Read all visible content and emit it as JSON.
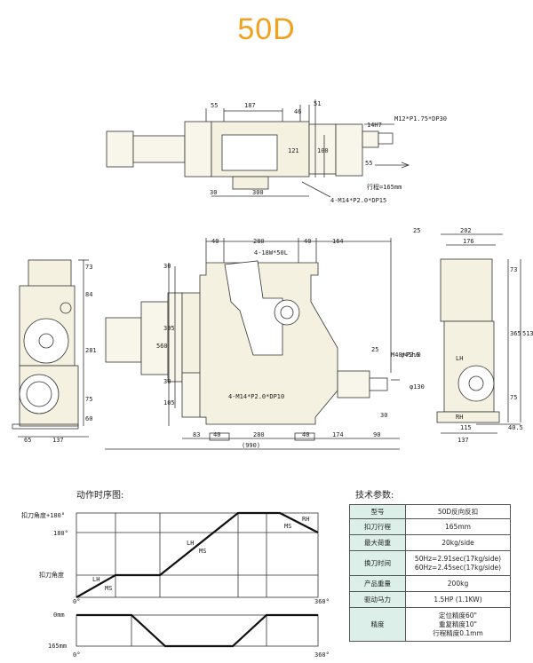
{
  "title": "50D",
  "dims": {
    "top_view": {
      "d55a": "55",
      "d187": "187",
      "d46": "46",
      "d51": "51",
      "d121": "121",
      "d100": "100",
      "d14h7": "14H7",
      "d55b": "55",
      "d30": "30",
      "d300": "300",
      "m12": "M12*P1.75*DP30",
      "stroke": "行程=165mm",
      "m14": "4-M14*P2.0*DP15"
    },
    "front_view": {
      "d40a": "40",
      "d280a": "280",
      "d40b": "40",
      "d164": "164",
      "m18": "4-18W*50L",
      "d30a": "30",
      "d395": "395",
      "d560": "560",
      "d30b": "30",
      "d105": "105",
      "d25": "25",
      "m40": "M40*P2.0",
      "phi45": "φ45h6",
      "phi130": "φ130",
      "d30c": "30",
      "m14b": "4-M14*P2.0*DP10",
      "d83": "83",
      "d40c": "40",
      "d280b": "280",
      "d40d": "40",
      "d174": "174",
      "d90": "90",
      "d990": "(990)"
    },
    "left_view": {
      "d73": "73",
      "d84": "84",
      "d281": "281",
      "d75": "75",
      "d60": "60",
      "d65": "65",
      "d137": "137"
    },
    "right_view": {
      "d25": "25",
      "d202": "202",
      "d176": "176",
      "d73": "73",
      "d365": "365",
      "d513": "513",
      "d75": "75",
      "lh": "LH",
      "rh": "RH",
      "d115": "115",
      "d405": "40.5",
      "d137": "137"
    }
  },
  "timing": {
    "title": "动作时序图:",
    "y_labels": {
      "top": "扣刀角度+180°",
      "mid": "180°",
      "low": "扣刀角度",
      "zero": "0°"
    },
    "x_end": "360°",
    "motion": {
      "lh1": "LH",
      "ms1": "MS",
      "lh2": "LH",
      "ms2": "MS",
      "ms3": "MS",
      "rh": "RH"
    },
    "stroke_labels": {
      "top": "0mm",
      "bottom": "165mm",
      "zero": "0°",
      "end": "360°"
    }
  },
  "spec": {
    "title": "技术参数:",
    "rows": [
      {
        "key": "型号",
        "lines": [
          "50D反向反扣"
        ]
      },
      {
        "key": "扣刀行程",
        "lines": [
          "165mm"
        ]
      },
      {
        "key": "最大荷重",
        "lines": [
          "20kg/side"
        ]
      },
      {
        "key": "换刀时间",
        "lines": [
          "50Hz=2.91sec(17kg/side)",
          "60Hz=2.45sec(17kg/side)"
        ]
      },
      {
        "key": "产品重量",
        "lines": [
          "200kg"
        ]
      },
      {
        "key": "驱动马力",
        "lines": [
          "1.5HP (1.1KW)"
        ]
      },
      {
        "key": "精度",
        "lines": [
          "定位精度60\"",
          "重复精度10\"",
          "行程精度0.1mm"
        ]
      }
    ]
  }
}
